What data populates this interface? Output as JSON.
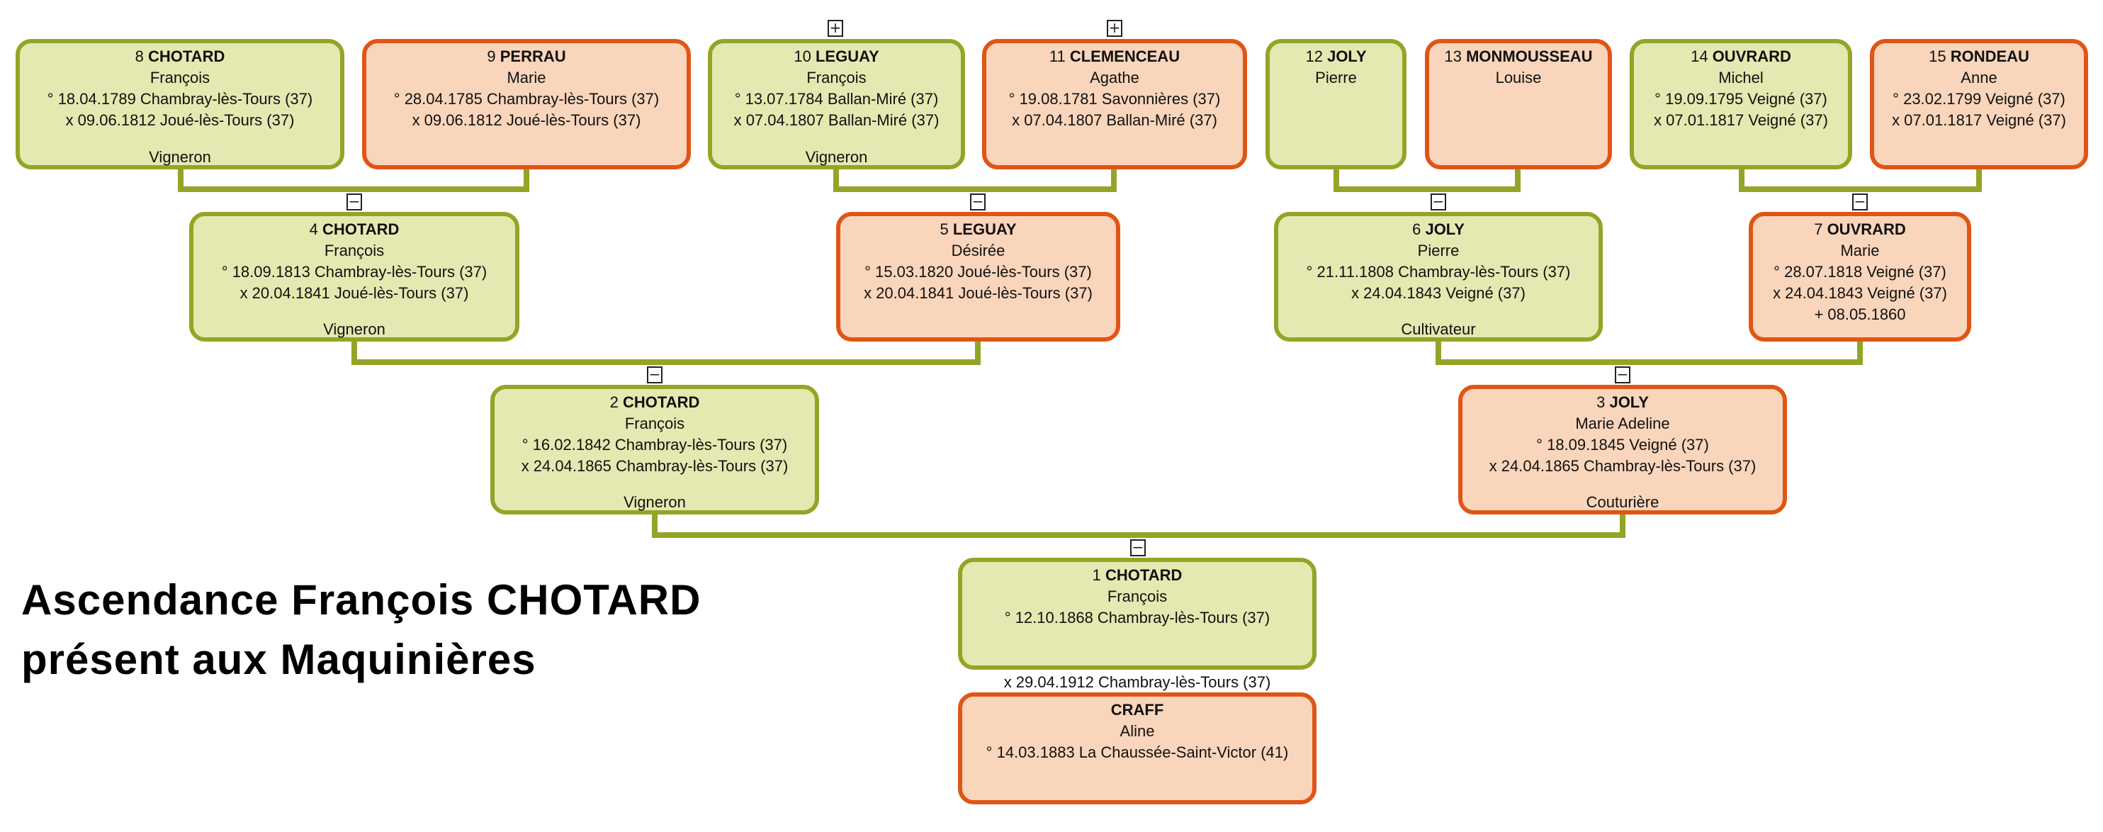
{
  "title": {
    "line1": "Ascendance François CHOTARD",
    "line2": "présent aux Maquinières"
  },
  "colors": {
    "male_fill": "#e3e9b0",
    "male_border": "#95a426",
    "female_fill": "#f9d5bb",
    "female_border": "#e05515",
    "connector": "#95a426"
  },
  "toggles": {
    "expand_symbol": "+",
    "collapse_symbol": "−"
  },
  "persons": {
    "p1": {
      "num": "1",
      "surname": "CHOTARD",
      "given": "François",
      "birth": "° 12.10.1868 Chambray-lès-Tours (37)",
      "marriage": "",
      "death": "",
      "occupation": ""
    },
    "spouse": {
      "num": "",
      "surname": "CRAFF",
      "given": "Aline",
      "birth": "° 14.03.1883 La Chaussée-Saint-Victor (41)",
      "marriage": "",
      "death": "",
      "occupation": ""
    },
    "union1": "x 29.04.1912 Chambray-lès-Tours (37)",
    "p2": {
      "num": "2",
      "surname": "CHOTARD",
      "given": "François",
      "birth": "° 16.02.1842 Chambray-lès-Tours (37)",
      "marriage": "x 24.04.1865 Chambray-lès-Tours (37)",
      "death": "",
      "occupation": "Vigneron"
    },
    "p3": {
      "num": "3",
      "surname": "JOLY",
      "given": "Marie Adeline",
      "birth": "° 18.09.1845 Veigné (37)",
      "marriage": "x 24.04.1865 Chambray-lès-Tours (37)",
      "death": "",
      "occupation": "Couturière"
    },
    "p4": {
      "num": "4",
      "surname": "CHOTARD",
      "given": "François",
      "birth": "° 18.09.1813 Chambray-lès-Tours (37)",
      "marriage": "x 20.04.1841 Joué-lès-Tours (37)",
      "death": "",
      "occupation": "Vigneron"
    },
    "p5": {
      "num": "5",
      "surname": "LEGUAY",
      "given": "Désirée",
      "birth": "° 15.03.1820 Joué-lès-Tours (37)",
      "marriage": "x 20.04.1841 Joué-lès-Tours (37)",
      "death": "",
      "occupation": ""
    },
    "p6": {
      "num": "6",
      "surname": "JOLY",
      "given": "Pierre",
      "birth": "° 21.11.1808 Chambray-lès-Tours (37)",
      "marriage": "x 24.04.1843 Veigné (37)",
      "death": "",
      "occupation": "Cultivateur"
    },
    "p7": {
      "num": "7",
      "surname": "OUVRARD",
      "given": "Marie",
      "birth": "° 28.07.1818 Veigné (37)",
      "marriage": "x 24.04.1843 Veigné (37)",
      "death": "+ 08.05.1860",
      "occupation": ""
    },
    "p8": {
      "num": "8",
      "surname": "CHOTARD",
      "given": "François",
      "birth": "° 18.04.1789 Chambray-lès-Tours (37)",
      "marriage": "x 09.06.1812 Joué-lès-Tours (37)",
      "death": "",
      "occupation": "Vigneron"
    },
    "p9": {
      "num": "9",
      "surname": "PERRAU",
      "given": "Marie",
      "birth": "° 28.04.1785 Chambray-lès-Tours (37)",
      "marriage": "x 09.06.1812 Joué-lès-Tours (37)",
      "death": "",
      "occupation": ""
    },
    "p10": {
      "num": "10",
      "surname": "LEGUAY",
      "given": "François",
      "birth": "° 13.07.1784 Ballan-Miré (37)",
      "marriage": "x 07.04.1807 Ballan-Miré (37)",
      "death": "",
      "occupation": "Vigneron"
    },
    "p11": {
      "num": "11",
      "surname": "CLEMENCEAU",
      "given": "Agathe",
      "birth": "° 19.08.1781 Savonnières (37)",
      "marriage": "x 07.04.1807 Ballan-Miré (37)",
      "death": "",
      "occupation": ""
    },
    "p12": {
      "num": "12",
      "surname": "JOLY",
      "given": "Pierre",
      "birth": "",
      "marriage": "",
      "death": "",
      "occupation": ""
    },
    "p13": {
      "num": "13",
      "surname": "MONMOUSSEAU",
      "given": "Louise",
      "birth": "",
      "marriage": "",
      "death": "",
      "occupation": ""
    },
    "p14": {
      "num": "14",
      "surname": "OUVRARD",
      "given": "Michel",
      "birth": "° 19.09.1795 Veigné (37)",
      "marriage": "x 07.01.1817 Veigné (37)",
      "death": "",
      "occupation": ""
    },
    "p15": {
      "num": "15",
      "surname": "RONDEAU",
      "given": "Anne",
      "birth": "° 23.02.1799 Veigné (37)",
      "marriage": "x 07.01.1817 Veigné (37)",
      "death": "",
      "occupation": ""
    }
  }
}
